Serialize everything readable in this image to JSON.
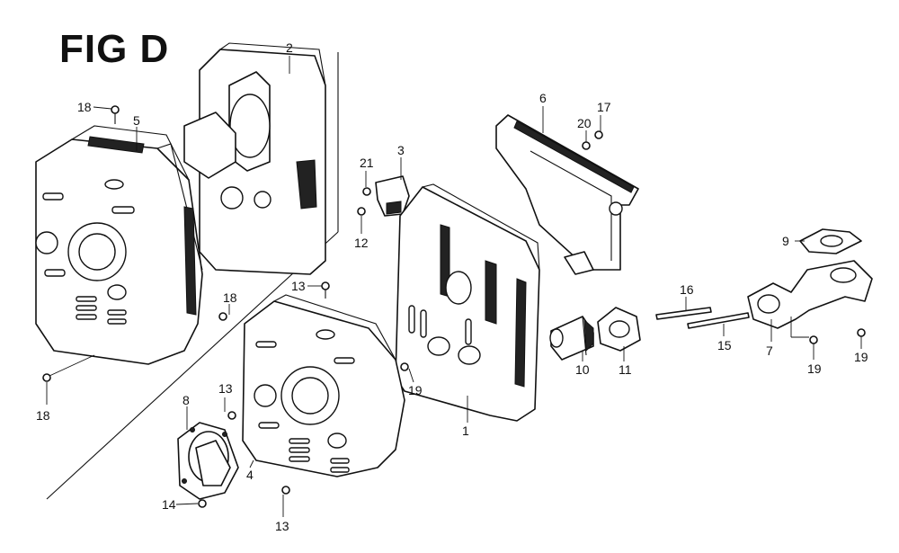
{
  "figure": {
    "title": "FIG D"
  },
  "callouts": [
    {
      "id": "c2",
      "text": "2"
    },
    {
      "id": "c18a",
      "text": "18"
    },
    {
      "id": "c5",
      "text": "5"
    },
    {
      "id": "c6",
      "text": "6"
    },
    {
      "id": "c20",
      "text": "20"
    },
    {
      "id": "c17",
      "text": "17"
    },
    {
      "id": "c21",
      "text": "21"
    },
    {
      "id": "c3",
      "text": "3"
    },
    {
      "id": "c12",
      "text": "12"
    },
    {
      "id": "c9",
      "text": "9"
    },
    {
      "id": "c13a",
      "text": "13"
    },
    {
      "id": "c18b",
      "text": "18"
    },
    {
      "id": "c16",
      "text": "16"
    },
    {
      "id": "c15",
      "text": "15"
    },
    {
      "id": "c7",
      "text": "7"
    },
    {
      "id": "c10",
      "text": "10"
    },
    {
      "id": "c11",
      "text": "11"
    },
    {
      "id": "c19a",
      "text": "19"
    },
    {
      "id": "c19b",
      "text": "19"
    },
    {
      "id": "c19c",
      "text": "19"
    },
    {
      "id": "c13b",
      "text": "13"
    },
    {
      "id": "c8",
      "text": "8"
    },
    {
      "id": "c1",
      "text": "1"
    },
    {
      "id": "c18c",
      "text": "18"
    },
    {
      "id": "c4",
      "text": "4"
    },
    {
      "id": "c14",
      "text": "14"
    },
    {
      "id": "c13c",
      "text": "13"
    }
  ]
}
